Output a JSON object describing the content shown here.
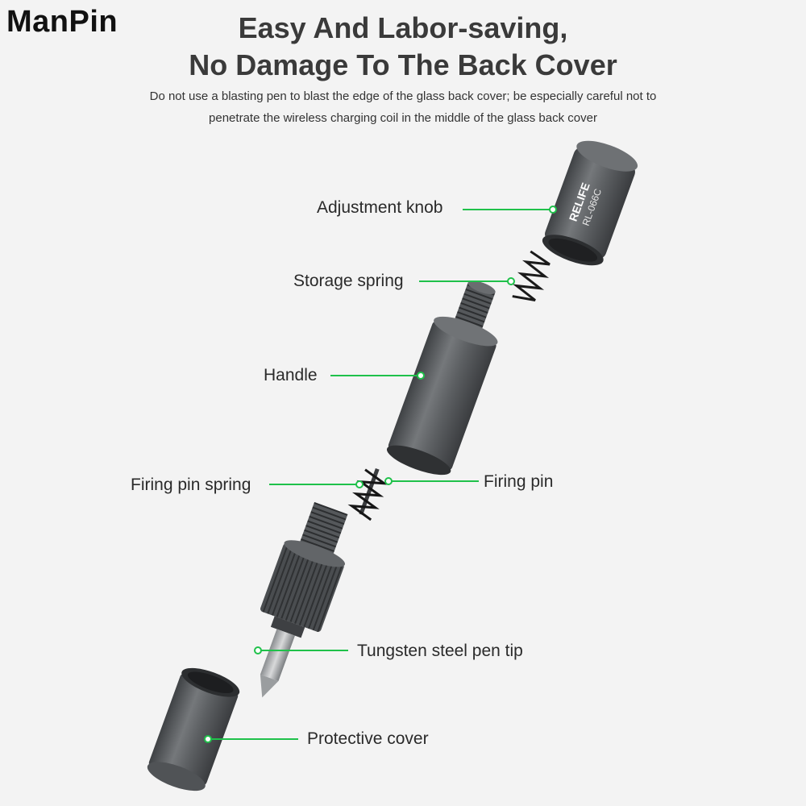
{
  "brand": "ManPin",
  "headline": {
    "line1": "Easy And Labor-saving,",
    "line2": "No Damage To The Back Cover"
  },
  "description": {
    "line1": "Do not use a blasting pen to blast the edge of the glass back cover; be especially careful not to",
    "line2": "penetrate the wireless charging coil in the middle of the glass back cover"
  },
  "knob_text": {
    "brand": "RELIFE",
    "model": "RL-066C"
  },
  "labels": {
    "adjustment_knob": "Adjustment knob",
    "storage_spring": "Storage spring",
    "handle": "Handle",
    "firing_pin_spring": "Firing pin spring",
    "firing_pin": "Firing pin",
    "pen_tip": "Tungsten steel pen tip",
    "protective_cover": "Protective cover"
  },
  "colors": {
    "leader": "#1fc14a",
    "metal": "#5d6063",
    "background": "#f3f3f3"
  }
}
